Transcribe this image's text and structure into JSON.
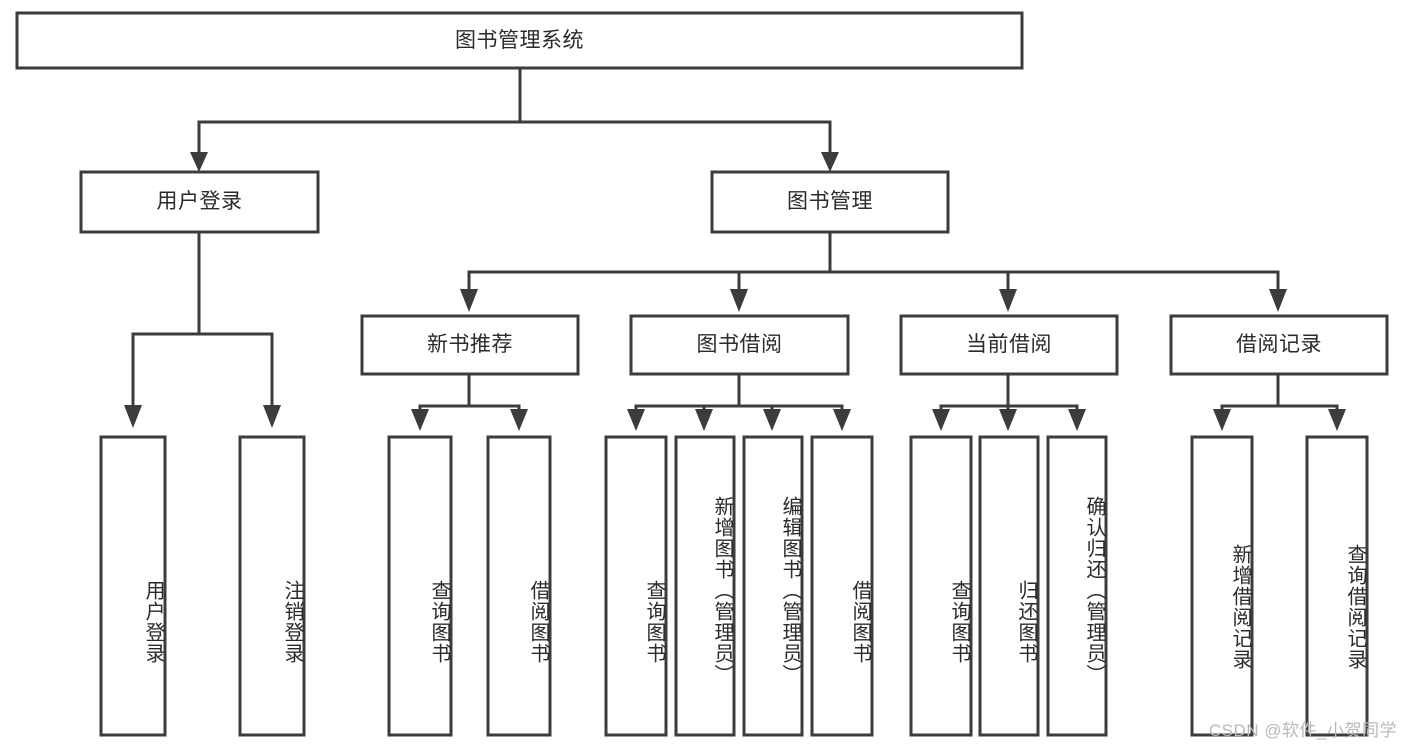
{
  "diagram": {
    "type": "tree-hierarchy",
    "title": "图书管理系统",
    "watermark": "CSDN @软件_小贺同学",
    "colors": {
      "background": "#ffffff",
      "stroke": "#3c3c3c",
      "text": "#2b2b2b",
      "watermark": "#b9b9b9"
    },
    "levels": {
      "root": {
        "label": "图书管理系统"
      },
      "level2": [
        {
          "id": "user-login",
          "label": "用户登录"
        },
        {
          "id": "book-manage",
          "label": "图书管理"
        }
      ],
      "level3": [
        {
          "id": "new-book-recommend",
          "label": "新书推荐",
          "parent": "book-manage"
        },
        {
          "id": "book-borrow",
          "label": "图书借阅",
          "parent": "book-manage"
        },
        {
          "id": "current-borrow",
          "label": "当前借阅",
          "parent": "book-manage"
        },
        {
          "id": "borrow-record",
          "label": "借阅记录",
          "parent": "book-manage"
        }
      ],
      "leaves": [
        {
          "id": "leaf-user-login",
          "label": "用户登录",
          "parent": "user-login"
        },
        {
          "id": "leaf-logout-login",
          "label": "注销登录",
          "parent": "user-login"
        },
        {
          "id": "leaf-query-book-1",
          "label": "查询图书",
          "parent": "new-book-recommend"
        },
        {
          "id": "leaf-borrow-book-1",
          "label": "借阅图书",
          "parent": "new-book-recommend"
        },
        {
          "id": "leaf-query-book-2",
          "label": "查询图书",
          "parent": "book-borrow"
        },
        {
          "id": "leaf-add-book",
          "label": "新增图书（管理员）",
          "parent": "book-borrow"
        },
        {
          "id": "leaf-edit-book",
          "label": "编辑图书（管理员）",
          "parent": "book-borrow"
        },
        {
          "id": "leaf-borrow-book-2",
          "label": "借阅图书",
          "parent": "book-borrow"
        },
        {
          "id": "leaf-query-book-3",
          "label": "查询图书",
          "parent": "current-borrow"
        },
        {
          "id": "leaf-return-book",
          "label": "归还图书",
          "parent": "current-borrow"
        },
        {
          "id": "leaf-confirm-return",
          "label": "确认归还（管理员）",
          "parent": "current-borrow"
        },
        {
          "id": "leaf-add-record",
          "label": "新增借阅记录",
          "parent": "borrow-record"
        },
        {
          "id": "leaf-query-record",
          "label": "查询借阅记录",
          "parent": "borrow-record"
        }
      ]
    }
  }
}
